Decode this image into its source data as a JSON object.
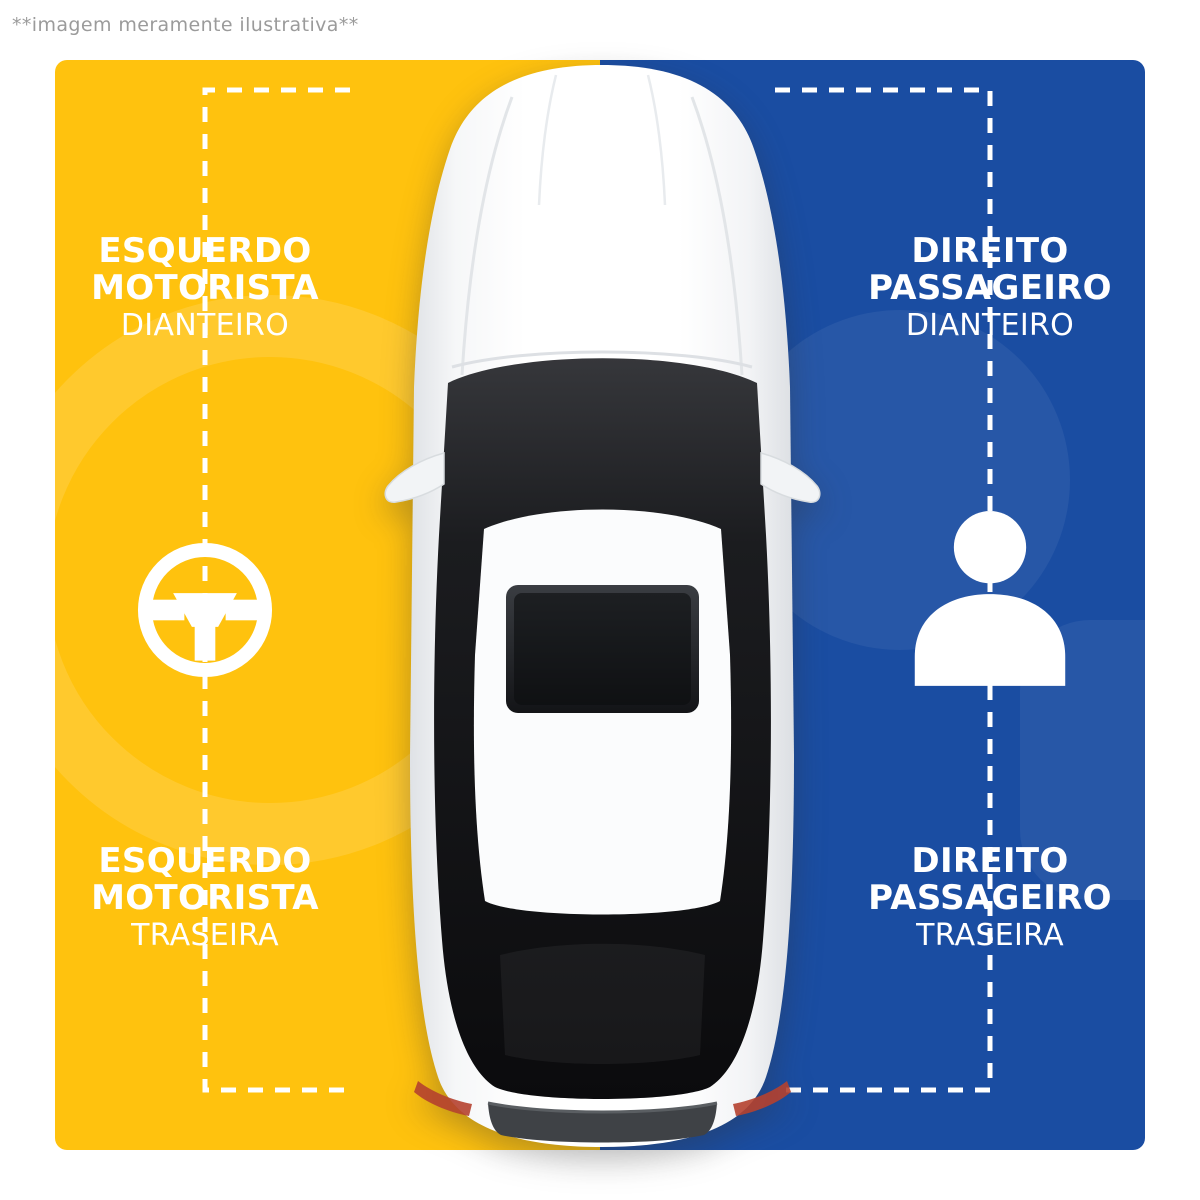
{
  "disclaimer": "**imagem meramente ilustrativa**",
  "label_text_color": "#FFFFFF",
  "panels": {
    "driver": {
      "color": "#FFC20E",
      "icon": "steering-wheel-icon",
      "front": {
        "line1": "ESQUERDO",
        "line2": "MOTORISTA",
        "line3": "DIANTEIRO"
      },
      "rear": {
        "line1": "ESQUERDO",
        "line2": "MOTORISTA",
        "line3": "TRASEIRA"
      }
    },
    "passenger": {
      "color": "#1A4DA2",
      "icon": "person-icon",
      "front": {
        "line1": "DIREITO",
        "line2": "PASSAGEIRO",
        "line3": "DIANTEIRO"
      },
      "rear": {
        "line1": "DIREITO",
        "line2": "PASSAGEIRO",
        "line3": "TRASEIRA"
      }
    }
  },
  "car": {
    "subject": "white sedan seen from top"
  }
}
